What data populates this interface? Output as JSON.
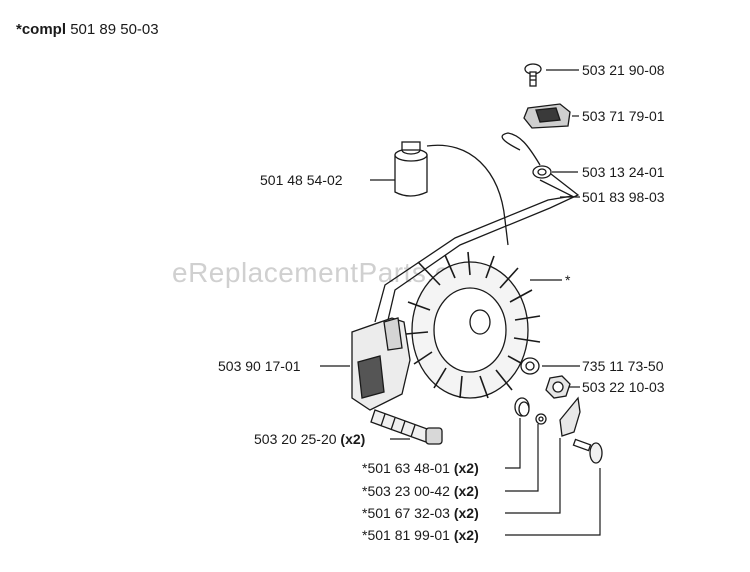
{
  "header": {
    "prefix": "*compl",
    "part_no": "501 89 50-03"
  },
  "watermark": "eReplacementParts.com",
  "callouts": [
    {
      "part": "503 21 90-08",
      "qty": ""
    },
    {
      "part": "503 71 79-01",
      "qty": ""
    },
    {
      "part": "501 48 54-02",
      "qty": ""
    },
    {
      "part": "503 13 24-01",
      "qty": ""
    },
    {
      "part": "501 83 98-03",
      "qty": ""
    },
    {
      "part": "*",
      "qty": ""
    },
    {
      "part": "503 90 17-01",
      "qty": ""
    },
    {
      "part": "735 11 73-50",
      "qty": ""
    },
    {
      "part": "503 22 10-03",
      "qty": ""
    },
    {
      "part": "503 20 25-20",
      "qty": "(x2)"
    },
    {
      "part": "*501 63 48-01",
      "qty": "(x2)"
    },
    {
      "part": "*503 23 00-42",
      "qty": "(x2)"
    },
    {
      "part": "*501 67 32-03",
      "qty": "(x2)"
    },
    {
      "part": "*501 81 99-01",
      "qty": "(x2)"
    }
  ]
}
